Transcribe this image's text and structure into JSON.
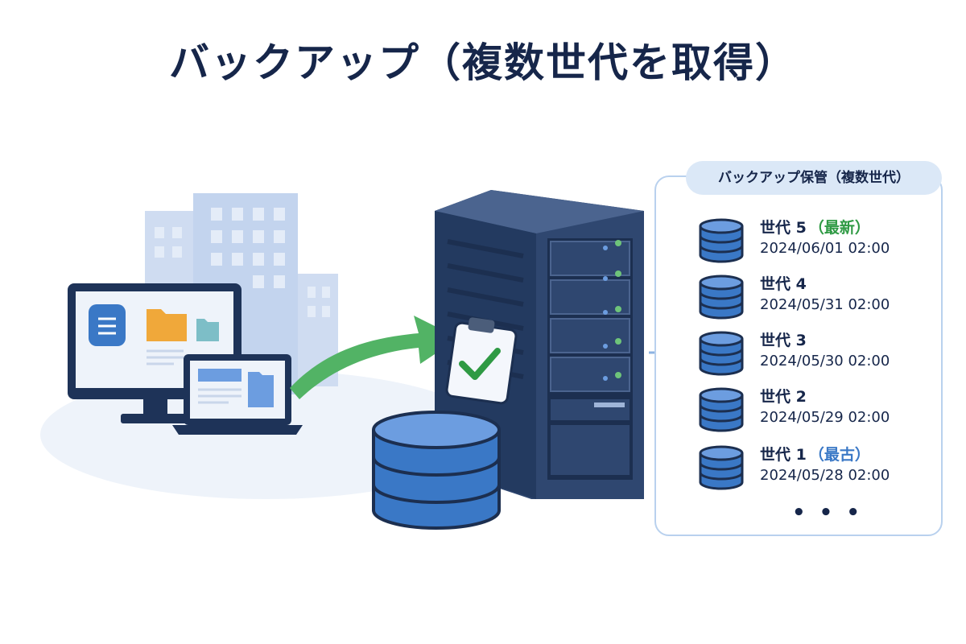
{
  "title": "バックアップ（複数世代を取得）",
  "panel": {
    "title": "バックアップ保管（複数世代）",
    "generations": [
      {
        "label": "世代 5",
        "tag": "（最新）",
        "tag_color": "#2f9a44",
        "timestamp": "2024/06/01 02:00"
      },
      {
        "label": "世代 4",
        "tag": "",
        "tag_color": "",
        "timestamp": "2024/05/31 02:00"
      },
      {
        "label": "世代 3",
        "tag": "",
        "tag_color": "",
        "timestamp": "2024/05/30 02:00"
      },
      {
        "label": "世代 2",
        "tag": "",
        "tag_color": "",
        "timestamp": "2024/05/29 02:00"
      },
      {
        "label": "世代 1",
        "tag": "（最古）",
        "tag_color": "#3a78c6",
        "timestamp": "2024/05/28 02:00"
      }
    ],
    "more": "• • •"
  },
  "icons": [
    "buildings-icon",
    "desktop-monitor-icon",
    "laptop-icon",
    "folder-icon",
    "document-icon",
    "arrow-icon",
    "clipboard-check-icon",
    "server-rack-icon",
    "database-icon"
  ],
  "colors": {
    "title": "#16264a",
    "accent_blue": "#3a78c6",
    "accent_green": "#2f9a44",
    "panel_border": "#b9d1ee",
    "panel_title_bg": "#dbe8f7"
  }
}
